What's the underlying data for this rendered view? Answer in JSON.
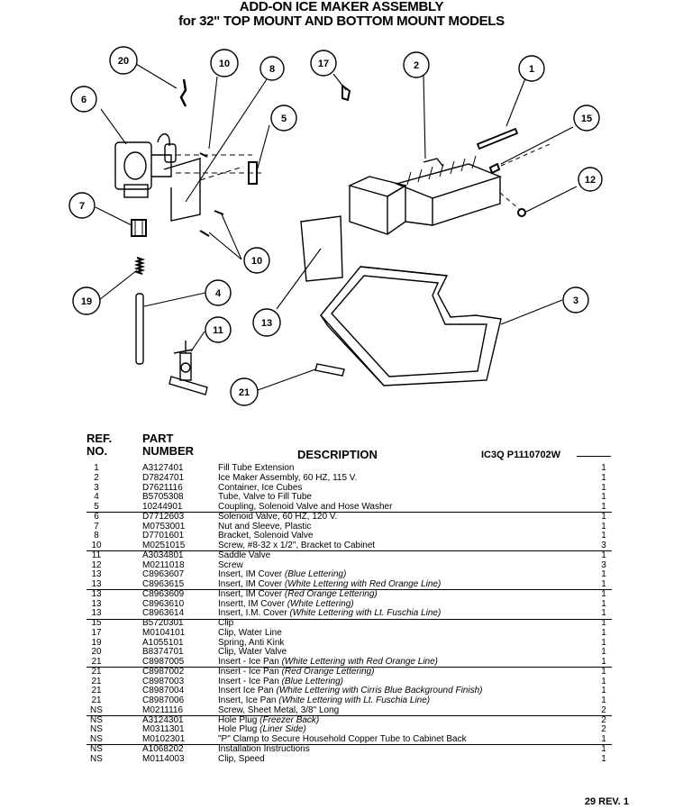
{
  "title": {
    "line1": "ADD-ON ICE MAKER ASSEMBLY",
    "line2": "for 32\" TOP MOUNT AND BOTTOM MOUNT MODELS"
  },
  "callouts": [
    "20",
    "10",
    "8",
    "17",
    "2",
    "1",
    "6",
    "5",
    "15",
    "12",
    "7",
    "10",
    "13",
    "3",
    "19",
    "4",
    "11",
    "21"
  ],
  "table": {
    "headers": {
      "ref": [
        "REF.",
        "NO."
      ],
      "part": [
        "PART",
        "NUMBER"
      ],
      "desc": "DESCRIPTION",
      "model": "IC3Q P1110702W"
    },
    "rows": [
      {
        "ref": "1",
        "part": "A3127401",
        "desc": "Fill Tube Extension",
        "note": "",
        "qty": "1"
      },
      {
        "ref": "2",
        "part": "D7824701",
        "desc": "Ice Maker Assembly, 60 HZ, 115 V.",
        "note": "",
        "qty": "1"
      },
      {
        "ref": "3",
        "part": "D7621116",
        "desc": "Container, Ice Cubes",
        "note": "",
        "qty": "1"
      },
      {
        "ref": "4",
        "part": "B5705308",
        "desc": "Tube, Valve to Fill Tube",
        "note": "",
        "qty": "1"
      },
      {
        "ref": "5",
        "part": "10244901",
        "desc": "Coupling, Solenoid Valve and Hose Washer",
        "note": "",
        "qty": "1"
      },
      {
        "ref": "6",
        "part": "D7712603",
        "desc": "Solenoid Valve, 60 HZ, 120 V.",
        "note": "",
        "qty": "1"
      },
      {
        "ref": "7",
        "part": "M0753001",
        "desc": "Nut and Sleeve, Plastic",
        "note": "",
        "qty": "1"
      },
      {
        "ref": "8",
        "part": "D7701601",
        "desc": "Bracket, Solenoid Valve",
        "note": "",
        "qty": "1"
      },
      {
        "ref": "10",
        "part": "M0251015",
        "desc": "Screw, #8-32 x 1/2\", Bracket to Cabinet",
        "note": "",
        "qty": "3"
      },
      {
        "ref": "11",
        "part": "A3034801",
        "desc": "Saddle Valve",
        "note": "",
        "qty": "1"
      },
      {
        "ref": "12",
        "part": "M0211018",
        "desc": "Screw",
        "note": "",
        "qty": "3"
      },
      {
        "ref": "13",
        "part": "C8963607",
        "desc": "Insert, IM Cover ",
        "note": "(Blue Lettering)",
        "qty": "1"
      },
      {
        "ref": "13",
        "part": "C8963615",
        "desc": "Insert, IM Cover ",
        "note": "(White Lettering with Red Orange Line)",
        "qty": "1"
      },
      {
        "ref": "13",
        "part": "C8963609",
        "desc": "Insert, IM Cover ",
        "note": "(Red Orange Lettering)",
        "qty": "1"
      },
      {
        "ref": "13",
        "part": "C8963610",
        "desc": "Insertt, IM Cover ",
        "note": "(White Lettering)",
        "qty": "1"
      },
      {
        "ref": "13",
        "part": "C8963614",
        "desc": "Insert, I.M. Cover ",
        "note": "(White Lettering with Lt. Fuschia Line)",
        "qty": "1"
      },
      {
        "ref": "15",
        "part": "B5720301",
        "desc": "Clip",
        "note": "",
        "qty": "1"
      },
      {
        "ref": "17",
        "part": "M0104101",
        "desc": "Clip, Water Line",
        "note": "",
        "qty": "1"
      },
      {
        "ref": "19",
        "part": "A1055101",
        "desc": "Spring, Anti Kink",
        "note": "",
        "qty": "1"
      },
      {
        "ref": "20",
        "part": "B8374701",
        "desc": "Clip, Water Valve",
        "note": "",
        "qty": "1"
      },
      {
        "ref": "21",
        "part": "C8987005",
        "desc": "Insert - Ice Pan ",
        "note": "(White Lettering with Red Orange Line)",
        "qty": "1"
      },
      {
        "ref": "21",
        "part": "C8987002",
        "desc": "Insert - Ice Pan ",
        "note": "(Red Orange Lettering)",
        "qty": "1"
      },
      {
        "ref": "21",
        "part": "C8987003",
        "desc": "Insert - Ice Pan ",
        "note": "(Blue Lettering)",
        "qty": "1"
      },
      {
        "ref": "21",
        "part": "C8987004",
        "desc": "Insert Ice Pan ",
        "note": "(White Lettering with Cirris Blue Background Finish)",
        "qty": "1"
      },
      {
        "ref": "21",
        "part": "C8987006",
        "desc": "Insert, Ice Pan ",
        "note": "(White Lettering with Lt. Fuschia Line)",
        "qty": "1"
      },
      {
        "ref": "NS",
        "part": "M0211116",
        "desc": "Screw, Sheet Metal, 3/8\" Long",
        "note": "",
        "qty": "2"
      },
      {
        "ref": "NS",
        "part": "A3124301",
        "desc": "Hole Plug ",
        "note": "(Freezer Back)",
        "qty": "2"
      },
      {
        "ref": "NS",
        "part": "M0311301",
        "desc": "Hole Plug ",
        "note": "(Liner Side)",
        "qty": "2"
      },
      {
        "ref": "NS",
        "part": "M0102301",
        "desc": "\"P\" Clamp to Secure Household Copper Tube to Cabinet Back",
        "note": "",
        "qty": "1"
      },
      {
        "ref": "NS",
        "part": "A1068202",
        "desc": "Installation Instructions",
        "note": "",
        "qty": "1"
      },
      {
        "ref": "NS",
        "part": "M0114003",
        "desc": "Clip, Speed",
        "note": "",
        "qty": "1"
      }
    ]
  },
  "footer": "29 REV. 1"
}
